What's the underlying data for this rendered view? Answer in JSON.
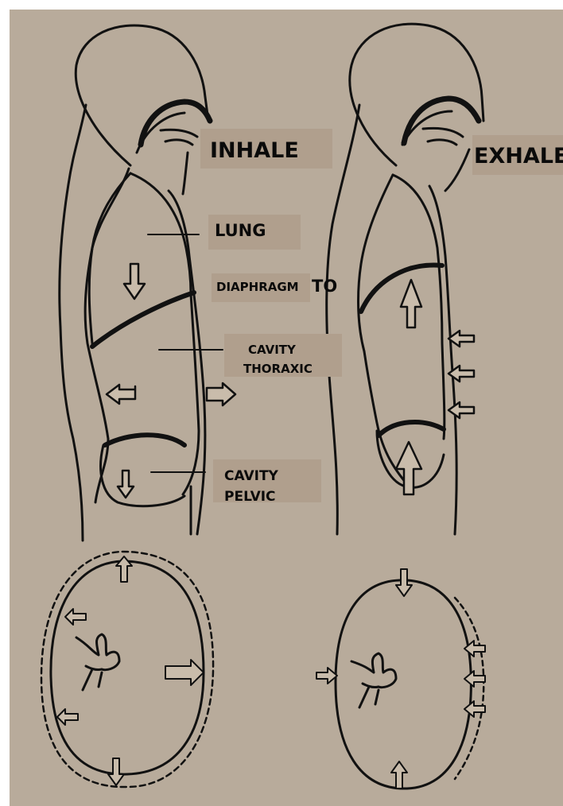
{
  "labels": {
    "inhale": "INHALE",
    "exhale": "EXHALE",
    "lung": "LUNG",
    "diaphragm": "DIAPHRAGM",
    "to": "TO",
    "cavity_thoraxic_line1": "CAVITY",
    "cavity_thoraxic_line2": "THORAXIC",
    "cavity_pelvic_line1": "CAVITY",
    "cavity_pelvic_line2": "PELVIC"
  },
  "colors": {
    "paper": "#b8ab9b",
    "label_background": "#b09f8d",
    "ink": "#0a0a0a",
    "arrow_fill": "#c9bcab"
  },
  "figures": [
    "inhale-body-profile",
    "exhale-body-profile",
    "inhale-cross-section-expanded",
    "exhale-cross-section-contracted"
  ]
}
